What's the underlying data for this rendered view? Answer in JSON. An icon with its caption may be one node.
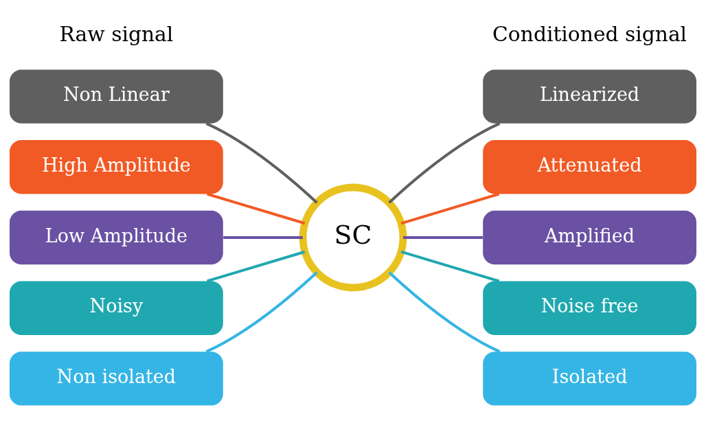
{
  "diagram": {
    "nodes": [
      {
        "text": [
          "Non Linear"
        ]
      },
      {
        "text": [
          "High Amplitude"
        ]
      },
      {
        "text": [
          "Low Amplitude"
        ]
      },
      {
        "text": [
          "Noisy"
        ]
      },
      {
        "text": [
          "Non isolated"
        ]
      },
      {
        "text": [
          "SC"
        ]
      },
      {
        "text": [
          "Linearized"
        ]
      },
      {
        "text": [
          "Attenuated"
        ]
      },
      {
        "text": [
          "Amplified"
        ]
      },
      {
        "text": [
          "Noise free"
        ]
      },
      {
        "text": [
          "Isolated"
        ]
      }
    ],
    "edges": [
      {
        "from": 0,
        "to": 5,
        "arrow": "none",
        "color": "#5f5f5f"
      },
      {
        "from": 1,
        "to": 5,
        "arrow": "none",
        "color": "#f15a24"
      },
      {
        "from": 2,
        "to": 5,
        "arrow": "none",
        "color": "#6a51a3"
      },
      {
        "from": 3,
        "to": 5,
        "arrow": "none",
        "color": "#20a8b0"
      },
      {
        "from": 4,
        "to": 5,
        "arrow": "none",
        "color": "#35b5e5"
      },
      {
        "from": 5,
        "to": 6,
        "arrow": "none",
        "color": "#5f5f5f"
      },
      {
        "from": 5,
        "to": 7,
        "arrow": "none",
        "color": "#f15a24"
      },
      {
        "from": 5,
        "to": 8,
        "arrow": "none",
        "color": "#6a51a3"
      },
      {
        "from": 5,
        "to": 9,
        "arrow": "none",
        "color": "#20a8b0"
      },
      {
        "from": 5,
        "to": 10,
        "arrow": "none",
        "color": "#35b5e5"
      }
    ],
    "labels": [
      "Raw signal",
      "Conditioned signal"
    ]
  }
}
